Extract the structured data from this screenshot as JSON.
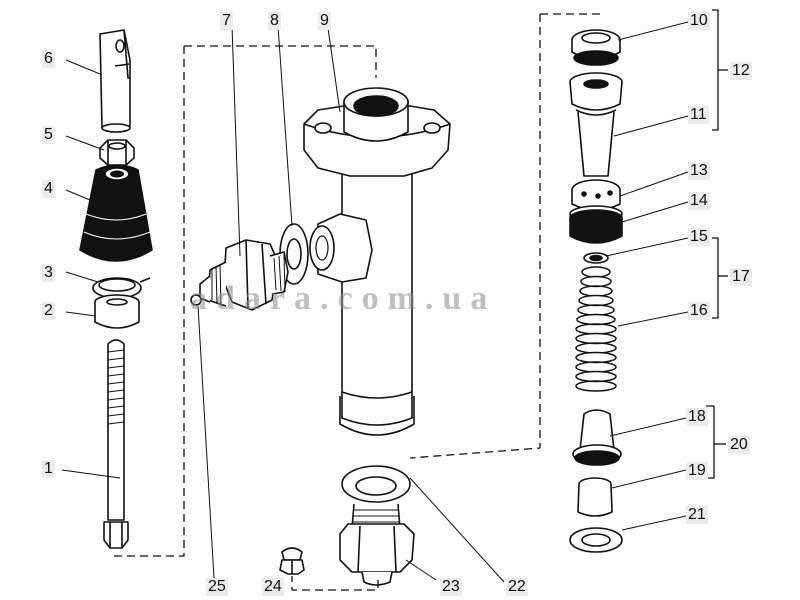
{
  "callouts": {
    "c1": "1",
    "c2": "2",
    "c3": "3",
    "c4": "4",
    "c5": "5",
    "c6": "6",
    "c7": "7",
    "c8": "8",
    "c9": "9",
    "c10": "10",
    "c11": "11",
    "c12": "12",
    "c13": "13",
    "c14": "14",
    "c15": "15",
    "c16": "16",
    "c17": "17",
    "c18": "18",
    "c19": "19",
    "c20": "20",
    "c21": "21",
    "c22": "22",
    "c23": "23",
    "c24": "24",
    "c25": "25"
  },
  "watermark": "adara.com.ua",
  "colors": {
    "line": "#111111",
    "rubber": "#111111",
    "label_bg": "#ececec"
  }
}
